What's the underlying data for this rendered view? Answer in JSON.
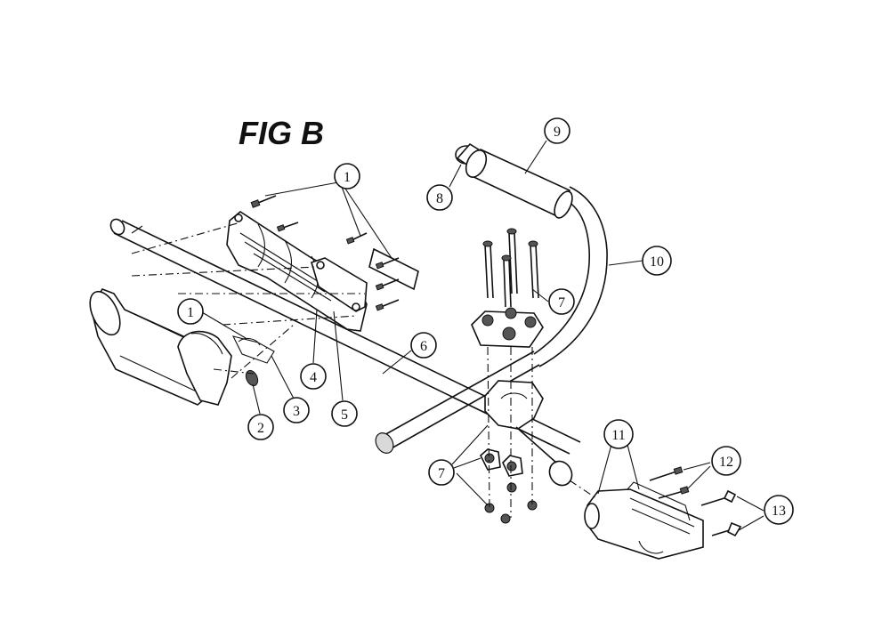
{
  "figure": {
    "title": "FIG B"
  },
  "callouts": [
    {
      "id": "c1a",
      "label": "1"
    },
    {
      "id": "c1b",
      "label": "1"
    },
    {
      "id": "c2",
      "label": "2"
    },
    {
      "id": "c3",
      "label": "3"
    },
    {
      "id": "c4",
      "label": "4"
    },
    {
      "id": "c5",
      "label": "5"
    },
    {
      "id": "c6",
      "label": "6"
    },
    {
      "id": "c7a",
      "label": "7"
    },
    {
      "id": "c7b",
      "label": "7"
    },
    {
      "id": "c8",
      "label": "8"
    },
    {
      "id": "c9",
      "label": "9"
    },
    {
      "id": "c10",
      "label": "10"
    },
    {
      "id": "c11",
      "label": "11"
    },
    {
      "id": "c12",
      "label": "12"
    },
    {
      "id": "c13",
      "label": "13"
    }
  ],
  "colors": {
    "ink": "#111111",
    "paper": "#ffffff"
  }
}
